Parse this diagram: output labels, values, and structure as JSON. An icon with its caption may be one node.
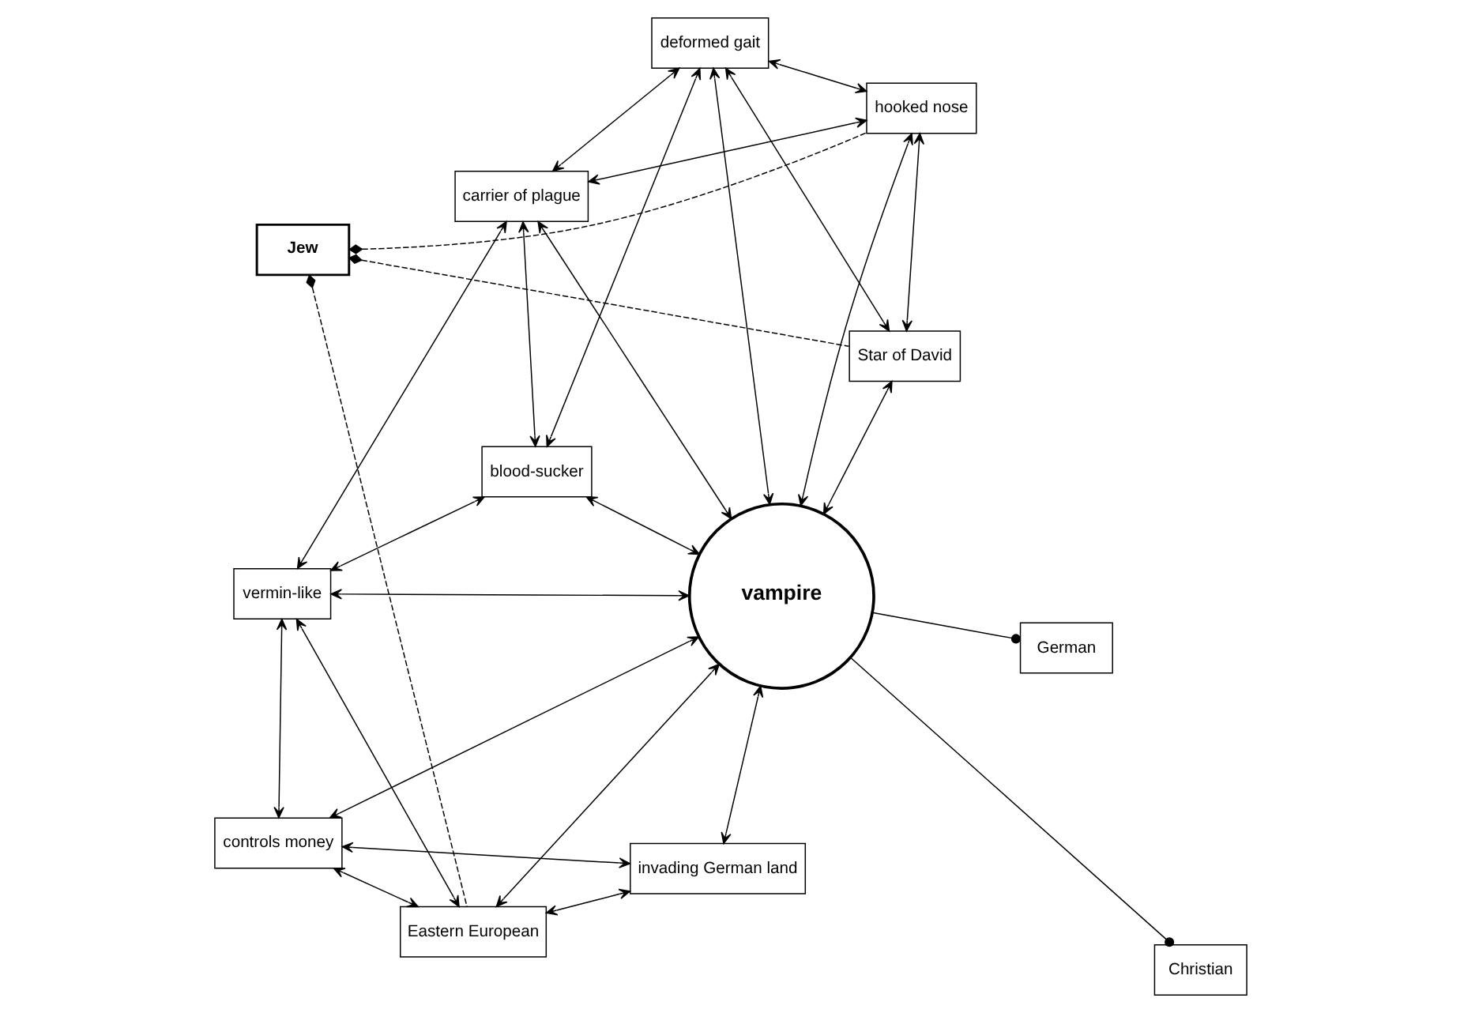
{
  "diagram": {
    "nodes": [
      {
        "text": [
          "Jew"
        ]
      },
      {
        "text": [
          "carrier of plague"
        ]
      },
      {
        "text": [
          "blood-sucker"
        ]
      },
      {
        "text": [
          "vermin-like"
        ]
      },
      {
        "text": [
          "deformed gait"
        ]
      },
      {
        "text": [
          "controls money"
        ]
      },
      {
        "text": [
          "hooked nose"
        ]
      },
      {
        "text": [
          "Eastern European"
        ]
      },
      {
        "text": [
          "Star of David"
        ]
      },
      {
        "text": [
          "invading German land"
        ]
      },
      {
        "text": [
          "German"
        ]
      },
      {
        "text": [
          "vampire"
        ]
      },
      {
        "text": [
          "Christian"
        ]
      }
    ],
    "edges": [
      {
        "from": 0,
        "to": 8,
        "arrow": "other",
        "style": "dashed"
      },
      {
        "from": 0,
        "to": 6,
        "arrow": "other",
        "style": "dashed"
      },
      {
        "from": 0,
        "to": 7,
        "arrow": "other",
        "style": "dashed"
      },
      {
        "from": 1,
        "to": 2,
        "arrow": "both"
      },
      {
        "from": 2,
        "to": 3,
        "arrow": "both"
      },
      {
        "from": 4,
        "to": 6,
        "arrow": "both"
      },
      {
        "from": 6,
        "to": 8,
        "arrow": "both"
      },
      {
        "from": 5,
        "to": 7,
        "arrow": "both"
      },
      {
        "from": 7,
        "to": 9,
        "arrow": "both"
      },
      {
        "from": 1,
        "to": 4,
        "arrow": "both"
      },
      {
        "from": 3,
        "to": 5,
        "arrow": "both"
      },
      {
        "from": 2,
        "to": 4,
        "arrow": "both"
      },
      {
        "from": 1,
        "to": 3,
        "arrow": "both"
      },
      {
        "from": 1,
        "to": 6,
        "arrow": "both"
      },
      {
        "from": 3,
        "to": 7,
        "arrow": "both"
      },
      {
        "from": 4,
        "to": 8,
        "arrow": "both"
      },
      {
        "from": 5,
        "to": 9,
        "arrow": "both"
      },
      {
        "from": 4,
        "to": 11,
        "arrow": "both"
      },
      {
        "from": 6,
        "to": 11,
        "arrow": "both"
      },
      {
        "from": 8,
        "to": 11,
        "arrow": "both"
      },
      {
        "from": 1,
        "to": 11,
        "arrow": "both"
      },
      {
        "from": 2,
        "to": 11,
        "arrow": "both"
      },
      {
        "from": 3,
        "to": 11,
        "arrow": "both"
      },
      {
        "from": 5,
        "to": 11,
        "arrow": "both"
      },
      {
        "from": 7,
        "to": 11,
        "arrow": "both"
      },
      {
        "from": 9,
        "to": 11,
        "arrow": "both"
      },
      {
        "from": 10,
        "to": 11,
        "arrow": "other"
      },
      {
        "from": 12,
        "to": 11,
        "arrow": "other"
      }
    ]
  }
}
